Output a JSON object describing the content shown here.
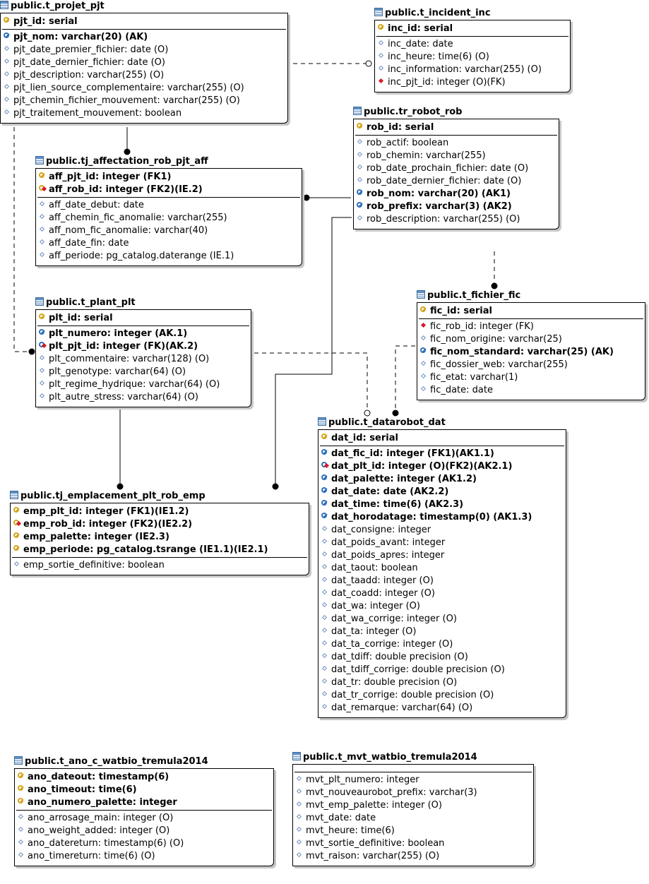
{
  "entities": [
    {
      "id": "pjt",
      "title": "public.t_projet_pjt",
      "sections": [
        [
          {
            "text": "pjt_id: serial",
            "kind": "pk",
            "icon": "key-icon"
          }
        ],
        [
          {
            "text": "pjt_nom: varchar(20) (AK)",
            "kind": "bold",
            "icon": "alternate-key-icon"
          },
          {
            "text": "pjt_date_premier_fichier: date (O)",
            "kind": "attr",
            "icon": "attribute-icon"
          },
          {
            "text": "pjt_date_dernier_fichier: date (O)",
            "kind": "attr",
            "icon": "attribute-icon"
          },
          {
            "text": "pjt_description: varchar(255) (O)",
            "kind": "attr",
            "icon": "attribute-icon"
          },
          {
            "text": "pjt_lien_source_complementaire: varchar(255) (O)",
            "kind": "attr",
            "icon": "attribute-icon"
          },
          {
            "text": "pjt_chemin_fichier_mouvement: varchar(255) (O)",
            "kind": "attr",
            "icon": "attribute-icon"
          },
          {
            "text": "pjt_traitement_mouvement: boolean",
            "kind": "attr",
            "icon": "attribute-icon"
          }
        ]
      ]
    },
    {
      "id": "inc",
      "title": "public.t_incident_inc",
      "sections": [
        [
          {
            "text": "inc_id: serial",
            "kind": "pk",
            "icon": "key-icon"
          }
        ],
        [
          {
            "text": "inc_date: date",
            "kind": "attr",
            "icon": "attribute-icon"
          },
          {
            "text": "inc_heure: time(6) (O)",
            "kind": "attr",
            "icon": "attribute-icon"
          },
          {
            "text": "inc_information: varchar(255) (O)",
            "kind": "attr",
            "icon": "attribute-icon"
          },
          {
            "text": "inc_pjt_id: integer (O)(FK)",
            "kind": "attr",
            "icon": "foreign-key-icon"
          }
        ]
      ]
    },
    {
      "id": "rob",
      "title": "public.tr_robot_rob",
      "sections": [
        [
          {
            "text": "rob_id: serial",
            "kind": "pk",
            "icon": "key-icon"
          }
        ],
        [
          {
            "text": "rob_actif: boolean",
            "kind": "attr",
            "icon": "attribute-icon"
          },
          {
            "text": "rob_chemin: varchar(255)",
            "kind": "attr",
            "icon": "attribute-icon"
          },
          {
            "text": "rob_date_prochain_fichier: date (O)",
            "kind": "attr",
            "icon": "attribute-icon"
          },
          {
            "text": "rob_date_dernier_fichier: date (O)",
            "kind": "attr",
            "icon": "attribute-icon"
          },
          {
            "text": "rob_nom: varchar(20) (AK1)",
            "kind": "bold",
            "icon": "alternate-key-icon"
          },
          {
            "text": "rob_prefix: varchar(3) (AK2)",
            "kind": "bold",
            "icon": "alternate-key-icon"
          },
          {
            "text": "rob_description: varchar(255) (O)",
            "kind": "attr",
            "icon": "attribute-icon"
          }
        ]
      ]
    },
    {
      "id": "aff",
      "title": "public.tj_affectation_rob_pjt_aff",
      "sections": [
        [
          {
            "text": "aff_pjt_id: integer (FK1)",
            "kind": "pk",
            "icon": "key-icon"
          },
          {
            "text": "aff_rob_id: integer (FK2)(IE.2)",
            "kind": "pk",
            "icon": "key-foreign-icon"
          }
        ],
        [
          {
            "text": "aff_date_debut: date",
            "kind": "attr",
            "icon": "attribute-icon"
          },
          {
            "text": "aff_chemin_fic_anomalie: varchar(255)",
            "kind": "attr",
            "icon": "attribute-icon"
          },
          {
            "text": "aff_nom_fic_anomalie: varchar(40)",
            "kind": "attr",
            "icon": "attribute-icon"
          },
          {
            "text": "aff_date_fin: date",
            "kind": "attr",
            "icon": "attribute-icon"
          },
          {
            "text": "aff_periode: pg_catalog.daterange (IE.1)",
            "kind": "attr",
            "icon": "attribute-icon"
          }
        ]
      ]
    },
    {
      "id": "fic",
      "title": "public.t_fichier_fic",
      "sections": [
        [
          {
            "text": "fic_id: serial",
            "kind": "pk",
            "icon": "key-icon"
          }
        ],
        [
          {
            "text": "fic_rob_id: integer (FK)",
            "kind": "attr",
            "icon": "foreign-key-icon"
          },
          {
            "text": "fic_nom_origine: varchar(25)",
            "kind": "attr",
            "icon": "attribute-icon"
          },
          {
            "text": "fic_nom_standard: varchar(25) (AK)",
            "kind": "bold",
            "icon": "alternate-key-icon"
          },
          {
            "text": "fic_dossier_web: varchar(255)",
            "kind": "attr",
            "icon": "attribute-icon"
          },
          {
            "text": "fic_etat: varchar(1)",
            "kind": "attr",
            "icon": "attribute-icon"
          },
          {
            "text": "fic_date: date",
            "kind": "attr",
            "icon": "attribute-icon"
          }
        ]
      ]
    },
    {
      "id": "plt",
      "title": "public.t_plant_plt",
      "sections": [
        [
          {
            "text": "plt_id: serial",
            "kind": "pk",
            "icon": "key-icon"
          }
        ],
        [
          {
            "text": "plt_numero: integer (AK.1)",
            "kind": "bold",
            "icon": "alternate-key-icon"
          },
          {
            "text": "plt_pjt_id: integer (FK)(AK.2)",
            "kind": "bold",
            "icon": "alternate-foreign-key-icon"
          },
          {
            "text": "plt_commentaire: varchar(128) (O)",
            "kind": "attr",
            "icon": "attribute-icon"
          },
          {
            "text": "plt_genotype: varchar(64) (O)",
            "kind": "attr",
            "icon": "attribute-icon"
          },
          {
            "text": "plt_regime_hydrique: varchar(64) (O)",
            "kind": "attr",
            "icon": "attribute-icon"
          },
          {
            "text": "plt_autre_stress: varchar(64) (O)",
            "kind": "attr",
            "icon": "attribute-icon"
          }
        ]
      ]
    },
    {
      "id": "dat",
      "title": "public.t_datarobot_dat",
      "sections": [
        [
          {
            "text": "dat_id: serial",
            "kind": "pk",
            "icon": "key-icon"
          }
        ],
        [
          {
            "text": "dat_fic_id: integer (FK1)(AK1.1)",
            "kind": "bold",
            "icon": "alternate-key-icon"
          },
          {
            "text": "dat_plt_id: integer (O)(FK2)(AK2.1)",
            "kind": "bold",
            "icon": "alternate-foreign-key-icon"
          },
          {
            "text": "dat_palette: integer (AK1.2)",
            "kind": "bold",
            "icon": "alternate-key-icon"
          },
          {
            "text": "dat_date: date (AK2.2)",
            "kind": "bold",
            "icon": "alternate-key-icon"
          },
          {
            "text": "dat_time: time(6) (AK2.3)",
            "kind": "bold",
            "icon": "alternate-key-icon"
          },
          {
            "text": "dat_horodatage: timestamp(0) (AK1.3)",
            "kind": "bold",
            "icon": "alternate-key-icon"
          },
          {
            "text": "dat_consigne: integer",
            "kind": "attr",
            "icon": "attribute-icon"
          },
          {
            "text": "dat_poids_avant: integer",
            "kind": "attr",
            "icon": "attribute-icon"
          },
          {
            "text": "dat_poids_apres: integer",
            "kind": "attr",
            "icon": "attribute-icon"
          },
          {
            "text": "dat_taout: boolean",
            "kind": "attr",
            "icon": "attribute-icon"
          },
          {
            "text": "dat_taadd: integer (O)",
            "kind": "attr",
            "icon": "attribute-icon"
          },
          {
            "text": "dat_coadd: integer (O)",
            "kind": "attr",
            "icon": "attribute-icon"
          },
          {
            "text": "dat_wa: integer (O)",
            "kind": "attr",
            "icon": "attribute-icon"
          },
          {
            "text": "dat_wa_corrige: integer (O)",
            "kind": "attr",
            "icon": "attribute-icon"
          },
          {
            "text": "dat_ta: integer (O)",
            "kind": "attr",
            "icon": "attribute-icon"
          },
          {
            "text": "dat_ta_corrige: integer (O)",
            "kind": "attr",
            "icon": "attribute-icon"
          },
          {
            "text": "dat_tdiff: double precision (O)",
            "kind": "attr",
            "icon": "attribute-icon"
          },
          {
            "text": "dat_tdiff_corrige: double precision (O)",
            "kind": "attr",
            "icon": "attribute-icon"
          },
          {
            "text": "dat_tr: double precision (O)",
            "kind": "attr",
            "icon": "attribute-icon"
          },
          {
            "text": "dat_tr_corrige: double precision (O)",
            "kind": "attr",
            "icon": "attribute-icon"
          },
          {
            "text": "dat_remarque: varchar(64) (O)",
            "kind": "attr",
            "icon": "attribute-icon"
          }
        ]
      ]
    },
    {
      "id": "emp",
      "title": "public.tj_emplacement_plt_rob_emp",
      "sections": [
        [
          {
            "text": "emp_plt_id: integer (FK1)(IE1.2)",
            "kind": "pk",
            "icon": "key-icon"
          },
          {
            "text": "emp_rob_id: integer (FK2)(IE2.2)",
            "kind": "pk",
            "icon": "key-foreign-icon"
          },
          {
            "text": "emp_palette: integer (IE2.3)",
            "kind": "pk",
            "icon": "key-icon"
          },
          {
            "text": "emp_periode: pg_catalog.tsrange (IE1.1)(IE2.1)",
            "kind": "pk",
            "icon": "key-icon"
          }
        ],
        [
          {
            "text": "emp_sortie_definitive: boolean",
            "kind": "attr",
            "icon": "attribute-icon"
          }
        ]
      ]
    },
    {
      "id": "ano",
      "title": "public.t_ano_c_watbio_tremula2014",
      "sections": [
        [
          {
            "text": "ano_dateout: timestamp(6)",
            "kind": "pk",
            "icon": "key-icon"
          },
          {
            "text": "ano_timeout: time(6)",
            "kind": "pk",
            "icon": "key-icon"
          },
          {
            "text": "ano_numero_palette: integer",
            "kind": "pk",
            "icon": "key-icon"
          }
        ],
        [
          {
            "text": "ano_arrosage_main: integer (O)",
            "kind": "attr",
            "icon": "attribute-icon"
          },
          {
            "text": "ano_weight_added: integer (O)",
            "kind": "attr",
            "icon": "attribute-icon"
          },
          {
            "text": "ano_datereturn: timestamp(6) (O)",
            "kind": "attr",
            "icon": "attribute-icon"
          },
          {
            "text": "ano_timereturn: time(6) (O)",
            "kind": "attr",
            "icon": "attribute-icon"
          }
        ]
      ]
    },
    {
      "id": "mvt",
      "title": "public.t_mvt_watbio_tremula2014",
      "sections": [
        [],
        [
          {
            "text": "mvt_plt_numero: integer",
            "kind": "attr",
            "icon": "attribute-icon"
          },
          {
            "text": "mvt_nouveaurobot_prefix: varchar(3)",
            "kind": "attr",
            "icon": "attribute-icon"
          },
          {
            "text": "mvt_emp_palette: integer (O)",
            "kind": "attr",
            "icon": "attribute-icon"
          },
          {
            "text": "mvt_date: date",
            "kind": "attr",
            "icon": "attribute-icon"
          },
          {
            "text": "mvt_heure: time(6)",
            "kind": "attr",
            "icon": "attribute-icon"
          },
          {
            "text": "mvt_sortie_definitive: boolean",
            "kind": "attr",
            "icon": "attribute-icon"
          },
          {
            "text": "mvt_raison: varchar(255) (O)",
            "kind": "attr",
            "icon": "attribute-icon"
          }
        ]
      ]
    }
  ],
  "relationships": [
    {
      "from": "pjt",
      "to": "inc",
      "style": "dashed",
      "end": "open-circle"
    },
    {
      "from": "pjt",
      "to": "aff",
      "style": "solid",
      "end": "filled-circle"
    },
    {
      "from": "rob",
      "to": "aff",
      "style": "solid",
      "end": "filled-circle"
    },
    {
      "from": "rob",
      "to": "fic",
      "style": "dashed",
      "end": "filled-circle"
    },
    {
      "from": "pjt",
      "to": "plt",
      "style": "dashed",
      "end": "filled-circle"
    },
    {
      "from": "plt",
      "to": "dat",
      "style": "dashed",
      "end": "open-circle"
    },
    {
      "from": "fic",
      "to": "dat",
      "style": "dashed",
      "end": "filled-circle"
    },
    {
      "from": "plt",
      "to": "emp",
      "style": "solid",
      "end": "filled-circle"
    },
    {
      "from": "rob",
      "to": "emp",
      "style": "solid",
      "end": "filled-circle"
    }
  ],
  "colors": {
    "key": "#d6a51c",
    "alternate_key": "#2e6fba",
    "foreign_key": "#d8192a",
    "attribute": "#6a8dbd",
    "border": "#000000",
    "shadow": "#c6c6c6"
  }
}
